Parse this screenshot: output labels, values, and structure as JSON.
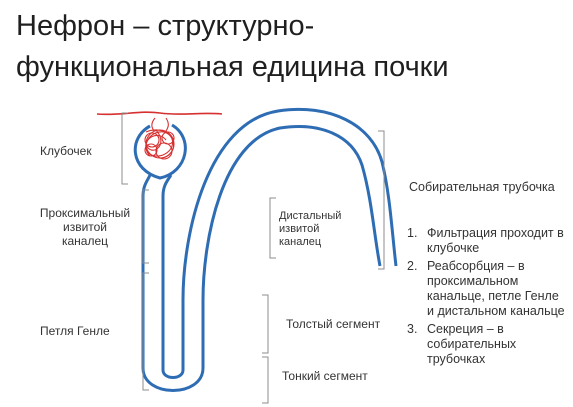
{
  "title": {
    "line1": "Нефрон – структурно-",
    "line2": "функциональная едицина почки"
  },
  "labels": {
    "glomerulus": "Клубочек",
    "proximal": [
      "Проксимальный",
      "извитой",
      "каналец"
    ],
    "henle_loop": "Петля Генле",
    "distal": [
      "Дистальный",
      "извитой",
      "каналец"
    ],
    "thick_segment": "Толстый сегмент",
    "thin_segment": "Тонкий сегмент",
    "collecting_duct": "Собирательная трубочка"
  },
  "steps": [
    {
      "num": "1.",
      "text": "Фильтрация проходит в клубочке"
    },
    {
      "num": "2.",
      "text": "Реабсорбция – в проксимальном канальце, петле Генле и дистальном канальце"
    },
    {
      "num": "3.",
      "text": "Секреция – в собирательных трубочках"
    }
  ],
  "colors": {
    "tubule": "#2e6db4",
    "glomerulus": "#d63030",
    "bracket": "#8c8c8c"
  }
}
